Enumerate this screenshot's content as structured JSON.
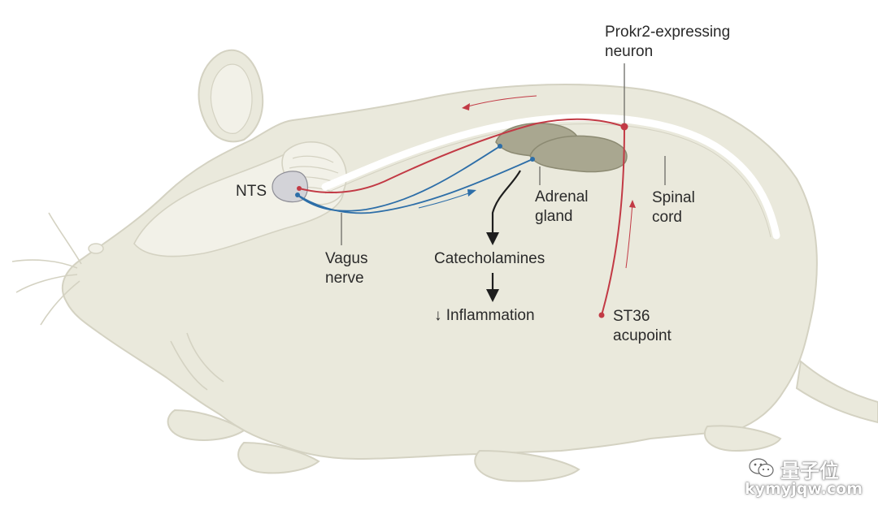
{
  "colors": {
    "body_fill": "#eae9dc",
    "body_stroke": "#d4d2c2",
    "brain_fill": "#f2f1e8",
    "spinal_cord": "#ffffff",
    "neuron_red": "#c23a45",
    "vagus_blue": "#2d6ea8",
    "adrenal_fill": "#a9a790",
    "adrenal_stroke": "#8c8a72",
    "nts_fill": "#d3d3d8",
    "arrow_black": "#1e1e1e",
    "label_text": "#2a2a2a"
  },
  "labels": {
    "prokr2_line1": "Prokr2-expressing",
    "prokr2_line2": "neuron",
    "nts": "NTS",
    "adrenal_line1": "Adrenal",
    "adrenal_line2": "gland",
    "spinal_line1": "Spinal",
    "spinal_line2": "cord",
    "vagus_line1": "Vagus",
    "vagus_line2": "nerve",
    "catecholamines": "Catecholamines",
    "inflammation": "↓ Inflammation",
    "st36_line1": "ST36",
    "st36_line2": "acupoint"
  },
  "watermark": {
    "brand": "量子位",
    "site": "kymyjqw.com",
    "icon": "wechat-icon"
  }
}
